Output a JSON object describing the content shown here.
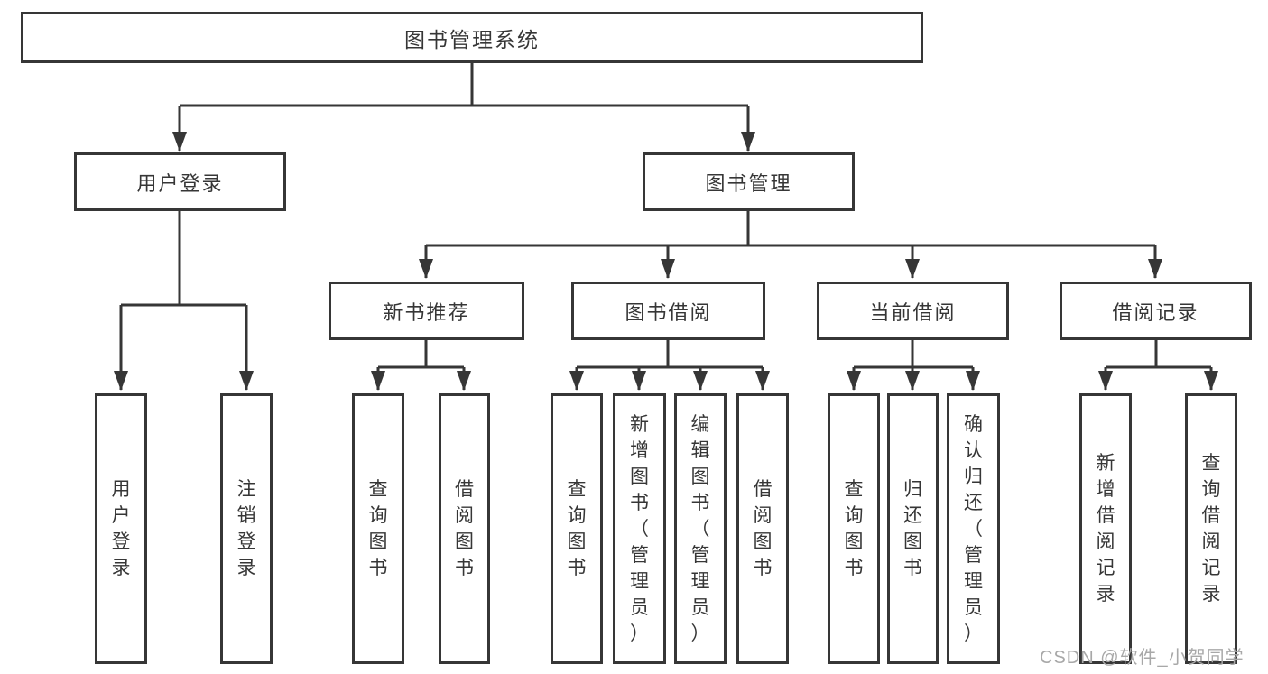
{
  "tree": {
    "root": {
      "label": "图书管理系统"
    },
    "branches": [
      {
        "label": "用户登录",
        "children": [
          {
            "label": "用户登录"
          },
          {
            "label": "注销登录"
          }
        ]
      },
      {
        "label": "图书管理",
        "children": [
          {
            "label": "新书推荐",
            "children": [
              {
                "label": "查询图书"
              },
              {
                "label": "借阅图书"
              }
            ]
          },
          {
            "label": "图书借阅",
            "children": [
              {
                "label": "查询图书"
              },
              {
                "label": "新增图书（管理员）"
              },
              {
                "label": "编辑图书（管理员）"
              },
              {
                "label": "借阅图书"
              }
            ]
          },
          {
            "label": "当前借阅",
            "children": [
              {
                "label": "查询图书"
              },
              {
                "label": "归还图书"
              },
              {
                "label": "确认归还（管理员）"
              }
            ]
          },
          {
            "label": "借阅记录",
            "children": [
              {
                "label": "新增借阅记录"
              },
              {
                "label": "查询借阅记录"
              }
            ]
          }
        ]
      }
    ]
  },
  "watermark": {
    "text": "CSDN @软件_小贺同学"
  },
  "colors": {
    "line": "#363636",
    "text": "#363636",
    "background": "#ffffff",
    "watermark": "#a8a8a8"
  }
}
